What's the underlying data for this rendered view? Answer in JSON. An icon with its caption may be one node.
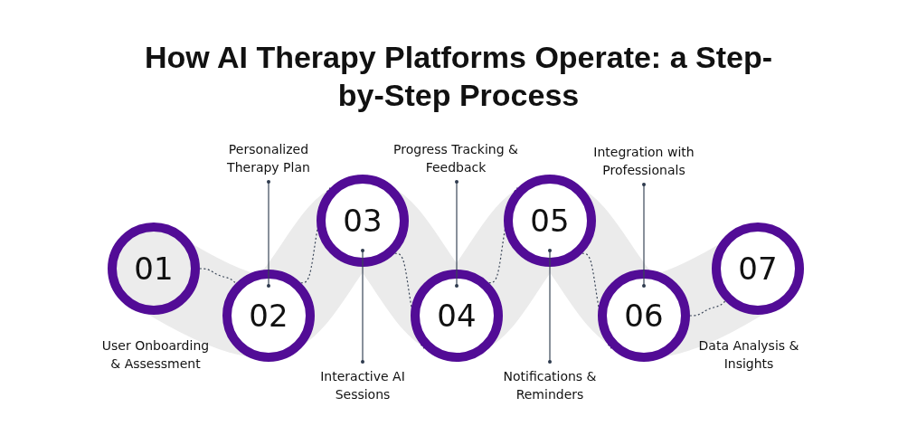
{
  "diagram": {
    "title": "How AI Therapy Platforms Operate: a Step-by-Step Process",
    "nodes": [
      {
        "text": [
          "01"
        ]
      },
      {
        "text": [
          "02"
        ]
      },
      {
        "text": [
          "03"
        ]
      },
      {
        "text": [
          "04"
        ]
      },
      {
        "text": [
          "05"
        ]
      },
      {
        "text": [
          "06"
        ]
      },
      {
        "text": [
          "07"
        ]
      },
      {
        "text": [
          "Personalized Therapy Plan"
        ]
      },
      {
        "text": [
          "Interactive AI Sessions"
        ]
      },
      {
        "text": [
          "Progress Tracking & Feedback"
        ]
      },
      {
        "text": [
          "Notifications & Reminders"
        ]
      },
      {
        "text": [
          "Integration with Professionals"
        ]
      }
    ],
    "edges": [
      {
        "from": 0,
        "to": 1,
        "arrow": "none",
        "style": "dashed"
      },
      {
        "from": 1,
        "to": 2,
        "arrow": "none",
        "style": "dashed"
      },
      {
        "from": 2,
        "to": 3,
        "arrow": "none",
        "style": "dashed"
      },
      {
        "from": 3,
        "to": 4,
        "arrow": "none",
        "style": "dashed"
      },
      {
        "from": 4,
        "to": 5,
        "arrow": "none",
        "style": "dashed"
      },
      {
        "from": 5,
        "to": 6,
        "arrow": "none",
        "style": "dashed"
      },
      {
        "from": 7,
        "to": 1,
        "arrow": "other"
      },
      {
        "from": 8,
        "to": 2,
        "arrow": "other"
      },
      {
        "from": 9,
        "to": 3,
        "arrow": "other"
      },
      {
        "from": 10,
        "to": 4,
        "arrow": "other"
      },
      {
        "from": 11,
        "to": 5,
        "arrow": "other"
      }
    ],
    "labels": [
      "User Onboarding & Assessment",
      "Data Analysis & Insights"
    ]
  }
}
